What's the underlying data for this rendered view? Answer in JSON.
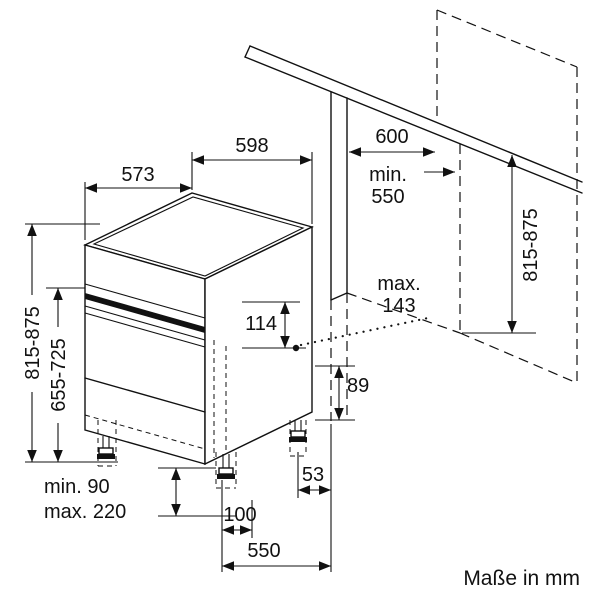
{
  "caption": "Maße in mm",
  "labels": {
    "top_depth": "573",
    "top_width": "598",
    "niche_width": "600",
    "niche_depth_min_word": "min.",
    "niche_depth_min_value": "550",
    "appliance_height": "815-875",
    "front_panel_height": "655-725",
    "niche_height": "815-875",
    "hinge_offset": "114",
    "door_max_word": "max.",
    "door_max_value": "143",
    "rear_clearance": "89",
    "plinth_min": "min. 90",
    "plinth_max": "max. 220",
    "rear_foot_distance": "53",
    "front_foot_distance": "100",
    "installation_depth": "550"
  }
}
